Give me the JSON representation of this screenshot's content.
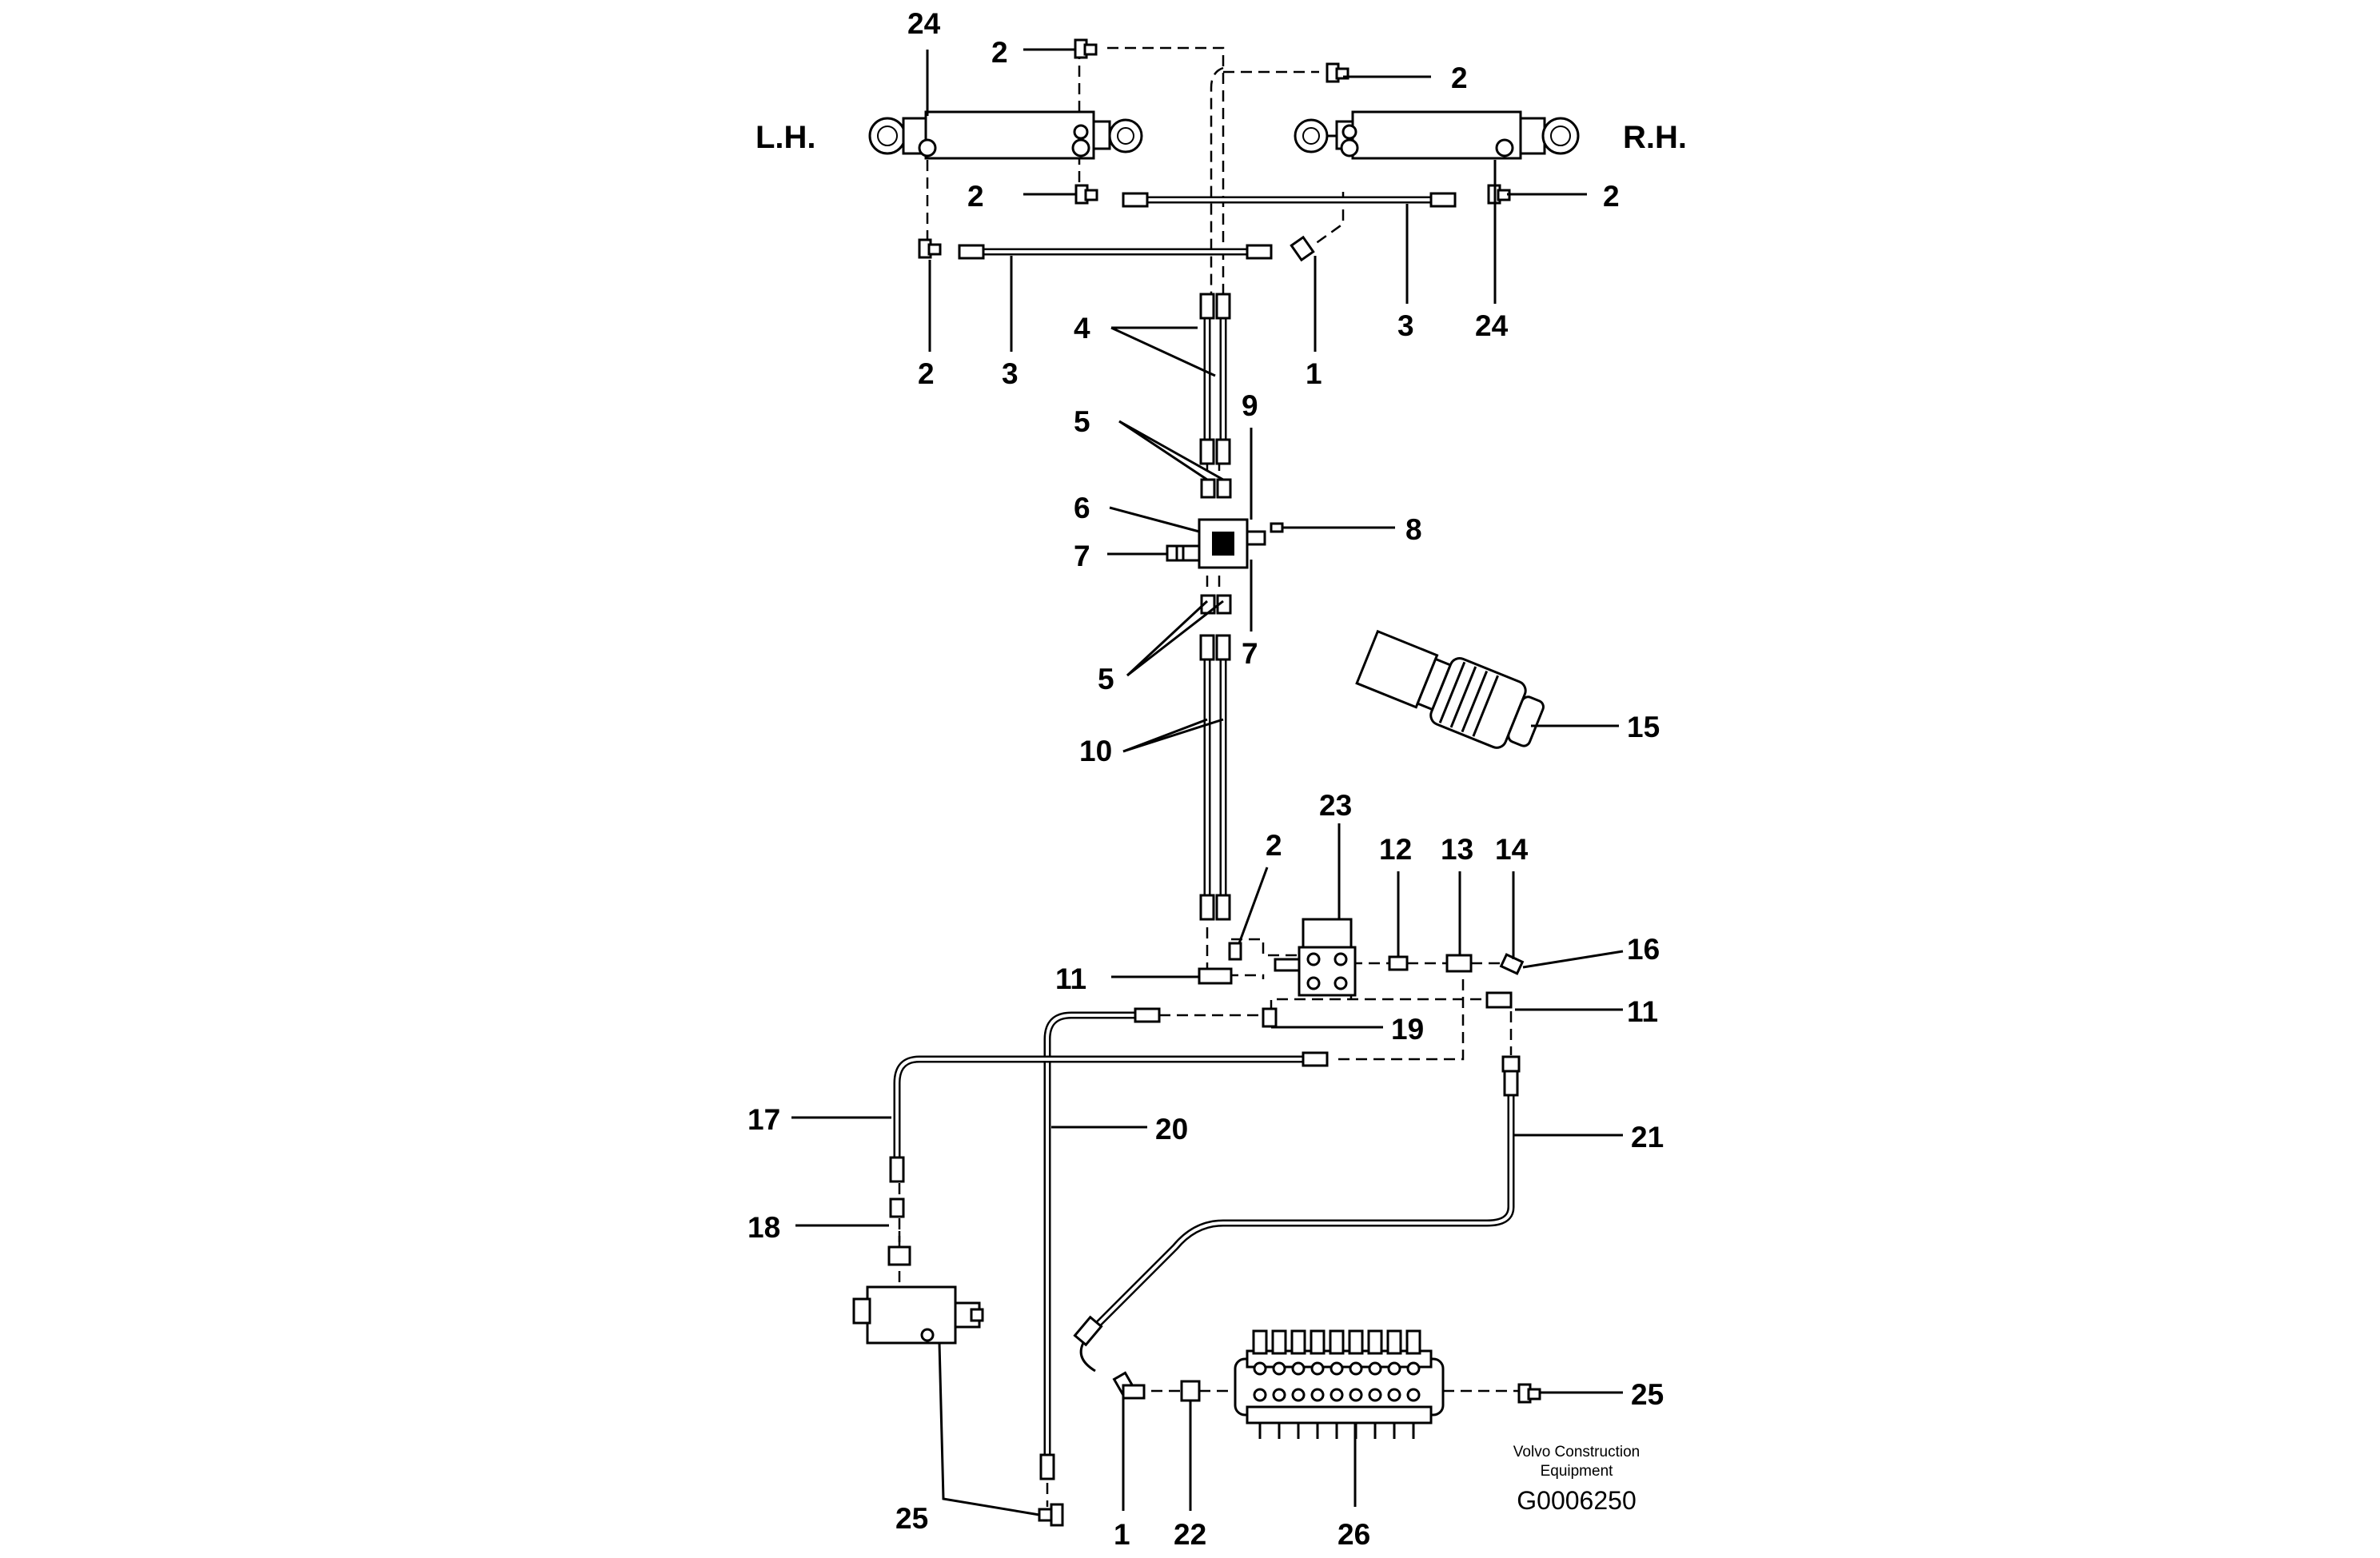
{
  "labels": {
    "left_side": "L.H.",
    "right_side": "R.H.",
    "credit_line1": "Volvo Construction",
    "credit_line2": "Equipment",
    "figure_id": "G0006250"
  },
  "callouts": [
    {
      "id": "c-24-top",
      "text": "24"
    },
    {
      "id": "c-2-top",
      "text": "2"
    },
    {
      "id": "c-2-topright",
      "text": "2"
    },
    {
      "id": "c-2-leftmid",
      "text": "2"
    },
    {
      "id": "c-2-rightmid",
      "text": "2"
    },
    {
      "id": "c-2-leftlow",
      "text": "2"
    },
    {
      "id": "c-3-left",
      "text": "3"
    },
    {
      "id": "c-1-mid",
      "text": "1"
    },
    {
      "id": "c-3-right",
      "text": "3"
    },
    {
      "id": "c-24-right",
      "text": "24"
    },
    {
      "id": "c-4",
      "text": "4"
    },
    {
      "id": "c-9",
      "text": "9"
    },
    {
      "id": "c-5-top",
      "text": "5"
    },
    {
      "id": "c-6",
      "text": "6"
    },
    {
      "id": "c-8",
      "text": "8"
    },
    {
      "id": "c-7-left",
      "text": "7"
    },
    {
      "id": "c-7-right",
      "text": "7"
    },
    {
      "id": "c-5-bottom",
      "text": "5"
    },
    {
      "id": "c-15",
      "text": "15"
    },
    {
      "id": "c-10",
      "text": "10"
    },
    {
      "id": "c-23",
      "text": "23"
    },
    {
      "id": "c-2-valve",
      "text": "2"
    },
    {
      "id": "c-12",
      "text": "12"
    },
    {
      "id": "c-13",
      "text": "13"
    },
    {
      "id": "c-14",
      "text": "14"
    },
    {
      "id": "c-16",
      "text": "16"
    },
    {
      "id": "c-11-left",
      "text": "11"
    },
    {
      "id": "c-11-right",
      "text": "11"
    },
    {
      "id": "c-19",
      "text": "19"
    },
    {
      "id": "c-17",
      "text": "17"
    },
    {
      "id": "c-20",
      "text": "20"
    },
    {
      "id": "c-21",
      "text": "21"
    },
    {
      "id": "c-18",
      "text": "18"
    },
    {
      "id": "c-25-right",
      "text": "25"
    },
    {
      "id": "c-25-bottom",
      "text": "25"
    },
    {
      "id": "c-1-bottom",
      "text": "1"
    },
    {
      "id": "c-22",
      "text": "22"
    },
    {
      "id": "c-26",
      "text": "26"
    }
  ]
}
